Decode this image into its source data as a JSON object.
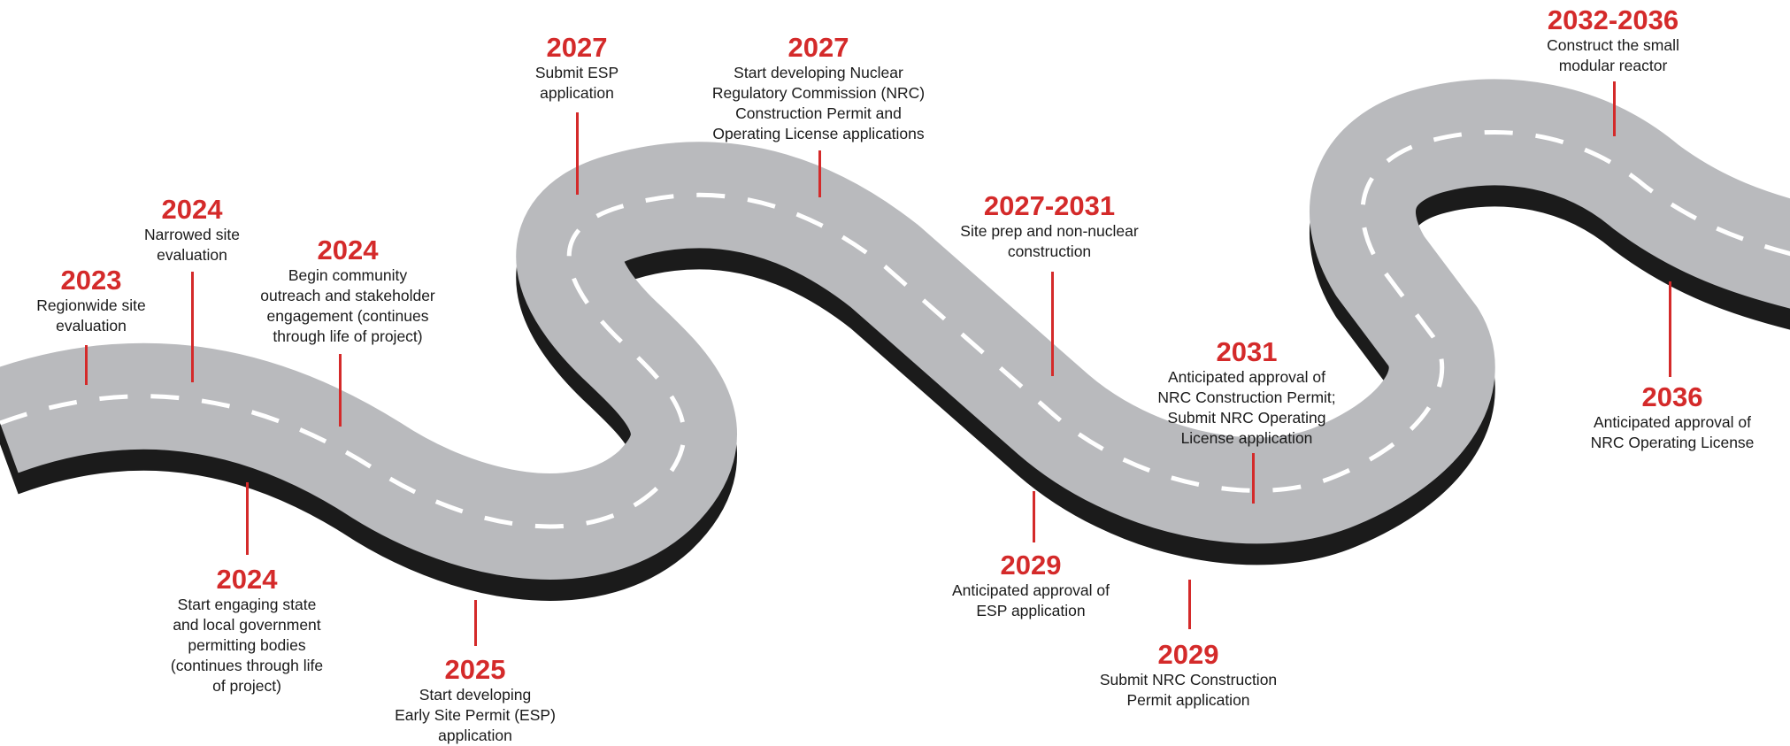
{
  "colors": {
    "accent": "#d42a2a",
    "road_surface": "#b9babd",
    "road_edge": "#1b1b1b",
    "lane_marking": "#ffffff",
    "text": "#1a1a1a"
  },
  "milestones": [
    {
      "id": "m2023",
      "year": "2023",
      "text": "Regionwide site\nevaluation"
    },
    {
      "id": "m2024a",
      "year": "2024",
      "text": "Narrowed site\nevaluation"
    },
    {
      "id": "m2024b",
      "year": "2024",
      "text": "Begin community\noutreach and stakeholder\nengagement (continues\nthrough life of project)"
    },
    {
      "id": "m2024c",
      "year": "2024",
      "text": "Start engaging state\nand local government\npermitting bodies\n(continues through life\nof project)"
    },
    {
      "id": "m2025",
      "year": "2025",
      "text": "Start developing\nEarly Site Permit (ESP)\napplication"
    },
    {
      "id": "m2027a",
      "year": "2027",
      "text": "Submit ESP\napplication"
    },
    {
      "id": "m2027b",
      "year": "2027",
      "text": "Start developing Nuclear\nRegulatory Commission (NRC)\nConstruction Permit and\nOperating License applications"
    },
    {
      "id": "m2027_2031",
      "year": "2027-2031",
      "text": "Site prep and non-nuclear\nconstruction"
    },
    {
      "id": "m2029a",
      "year": "2029",
      "text": "Anticipated approval of\nESP application"
    },
    {
      "id": "m2029b",
      "year": "2029",
      "text": "Submit NRC Construction\nPermit application"
    },
    {
      "id": "m2031",
      "year": "2031",
      "text": "Anticipated approval of\nNRC Construction Permit;\nSubmit NRC Operating\nLicense application"
    },
    {
      "id": "m2032_2036",
      "year": "2032-2036",
      "text": "Construct the small\nmodular reactor"
    },
    {
      "id": "m2036",
      "year": "2036",
      "text": "Anticipated approval of\nNRC Operating License"
    }
  ]
}
